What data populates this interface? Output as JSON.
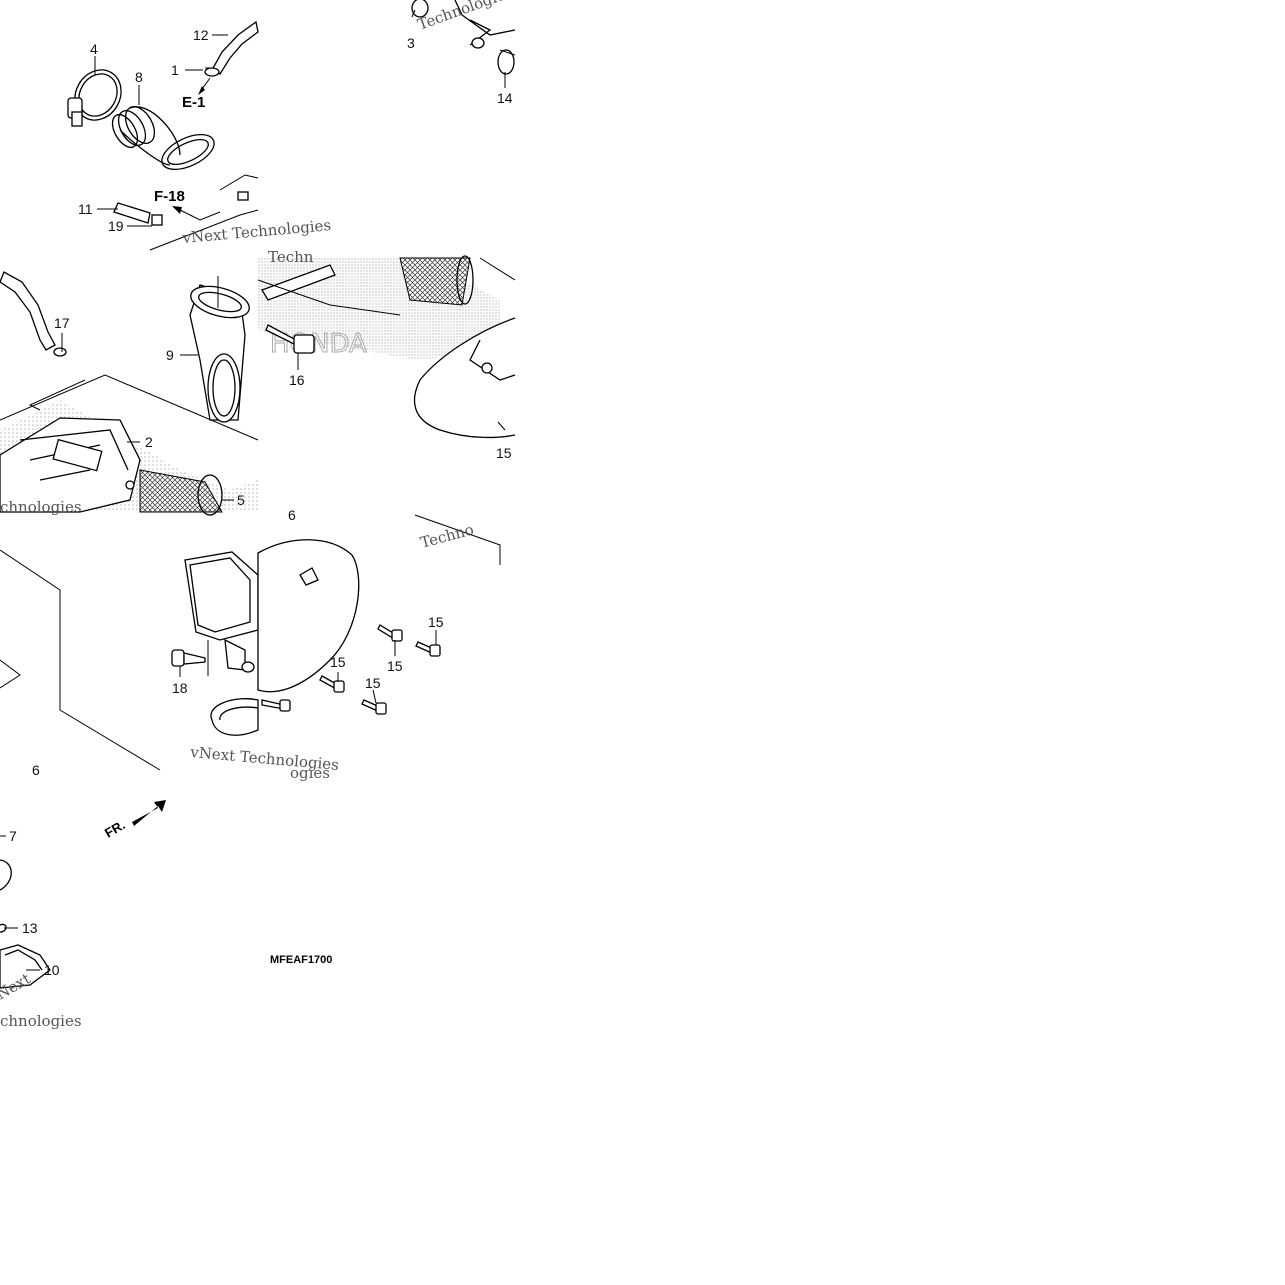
{
  "diagram": {
    "callouts": {
      "c1": "1",
      "c2": "2",
      "c3": "3",
      "c4": "4",
      "c5": "5",
      "c6a": "6",
      "c6b": "6",
      "c7": "7",
      "c8": "8",
      "c9": "9",
      "c10": "10",
      "c11": "11",
      "c12": "12",
      "c13": "13",
      "c14": "14",
      "c15a": "15",
      "c15b": "15",
      "c15c": "15",
      "c15d": "15",
      "c15e": "15",
      "c16": "16",
      "c17": "17",
      "c18": "18",
      "c19": "19"
    },
    "refs": {
      "e1": "E-1",
      "f18": "F-18"
    },
    "front_marker": "FR.",
    "drawing_code": "MFEAF1700",
    "watermarks": {
      "w1": "vNext Technologies",
      "w2": "vNext Technologies",
      "w3": "Technologies",
      "w4": "Techno",
      "w5": "Techn",
      "w6": "Next",
      "w7": "chnologies",
      "w8": "chnologies",
      "w9": "ogies",
      "brand": "HONDA"
    }
  }
}
